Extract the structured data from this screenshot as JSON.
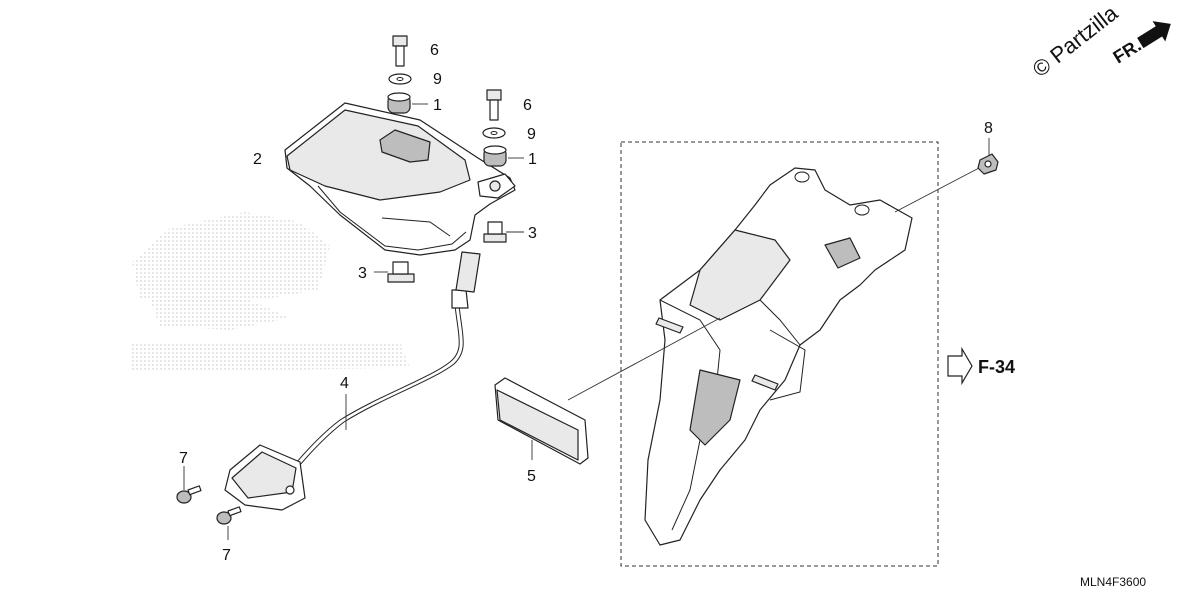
{
  "watermark": "© Partzilla",
  "front_label": "FR.",
  "reference_label": "F-34",
  "diagram_code": "MLN4F3600",
  "callouts": {
    "c6a": "6",
    "c9a": "9",
    "c1a": "1",
    "c6b": "6",
    "c9b": "9",
    "c1b": "1",
    "c2": "2",
    "c3a": "3",
    "c3b": "3",
    "c4": "4",
    "c5": "5",
    "c7a": "7",
    "c7b": "7",
    "c8": "8"
  }
}
